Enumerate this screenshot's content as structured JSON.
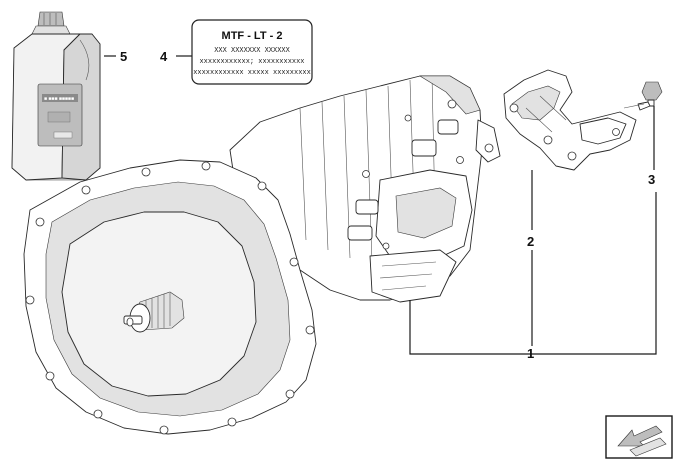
{
  "callouts": {
    "c1": "1",
    "c2": "2",
    "c3": "3",
    "c4": "4",
    "c5": "5"
  },
  "oil_label": {
    "title": "MTF - LT - 2",
    "line1": "XXX XXXXXXX XXXXXX",
    "line2": "xxxxxxxxxxxx; xxxxxxxxxxx",
    "line3": "xxxxxxxxxxxx xxxxx xxxxxxxxx"
  },
  "bottle_label": "■ ■■■ ■■■■■"
}
